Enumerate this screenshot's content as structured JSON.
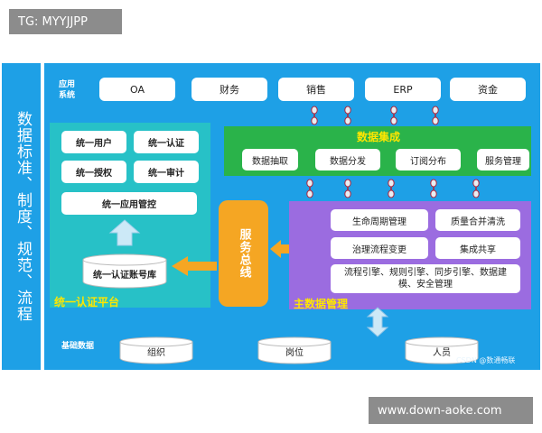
{
  "tag_top": "TG: MYYJJPP",
  "tag_bottom": "www.down-aoke.com",
  "watermark": "CSDN @数通畅联",
  "side_label": "数据标准、制度、规范、流程",
  "app_label": "应用\n系统",
  "apps": [
    "OA",
    "财务",
    "销售",
    "ERP",
    "资金"
  ],
  "integration": {
    "title": "数据集成",
    "items": [
      "数据抽取",
      "数据分发",
      "订阅分布",
      "服务管理"
    ]
  },
  "auth_platform": {
    "title": "统一认证平台",
    "items": [
      "统一用户",
      "统一认证",
      "统一授权",
      "统一审计"
    ],
    "app_control": "统一应用管控",
    "account_db": "统一认证账号库"
  },
  "service_bus": "服务总线",
  "mdm": {
    "title": "主数据管理",
    "items": [
      "生命周期管理",
      "质量合并清洗",
      "治理流程变更",
      "集成共享"
    ],
    "engine": "流程引擎、规则引擎、同步引擎、数据建模、安全管理"
  },
  "base": {
    "label": "基础数据",
    "items": [
      "组织",
      "岗位",
      "人员"
    ]
  },
  "colors": {
    "frame": "#1ea0e6",
    "green": "#2ab34a",
    "teal": "#27c1c7",
    "purple": "#9b6ce0",
    "orange": "#f5a623",
    "yellow_text": "#ffe600",
    "connector": "#b0243a"
  }
}
